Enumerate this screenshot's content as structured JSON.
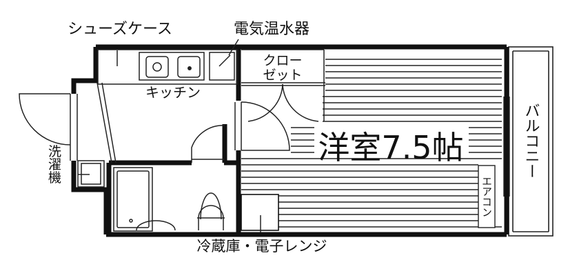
{
  "labels": {
    "shoe_case": "シューズケース",
    "water_heater": "電気温水器",
    "closet_line1": "クロー",
    "closet_line2": "ゼット",
    "kitchen": "キッチン",
    "room": "洋室7.5帖",
    "balcony": "バルコニー",
    "washer": "洗濯機",
    "aircon": "エアコン",
    "fridge": "冷蔵庫・電子レンジ"
  },
  "colors": {
    "wall": "#111111",
    "line": "#222222",
    "background": "#ffffff"
  }
}
